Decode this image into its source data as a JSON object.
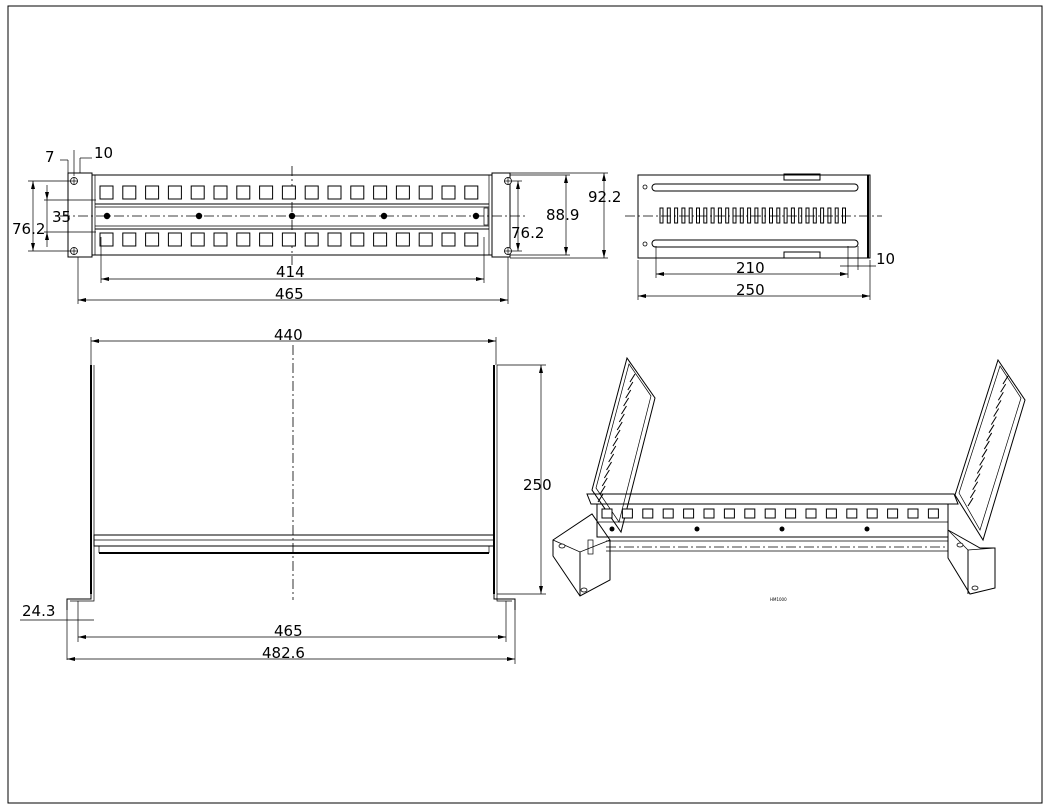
{
  "drawing": {
    "front_view": {
      "dims": {
        "hole_offset_7": "7",
        "hole_offset_10": "10",
        "height_76_2": "76.2",
        "rail_35": "35",
        "inner_width_414": "414",
        "overall_width_465": "465",
        "height_88_9": "88.9",
        "height_92_2": "92.2",
        "right_76_2": "76.2"
      }
    },
    "side_view": {
      "dims": {
        "slot_span_210": "210",
        "edge_10": "10",
        "depth_250": "250"
      }
    },
    "top_view": {
      "dims": {
        "inner_440": "440",
        "depth_250": "250",
        "flange_24_3": "24.3",
        "width_465": "465",
        "width_482_6": "482.6"
      }
    },
    "iso_view": {
      "model_label": "HM1000"
    }
  }
}
